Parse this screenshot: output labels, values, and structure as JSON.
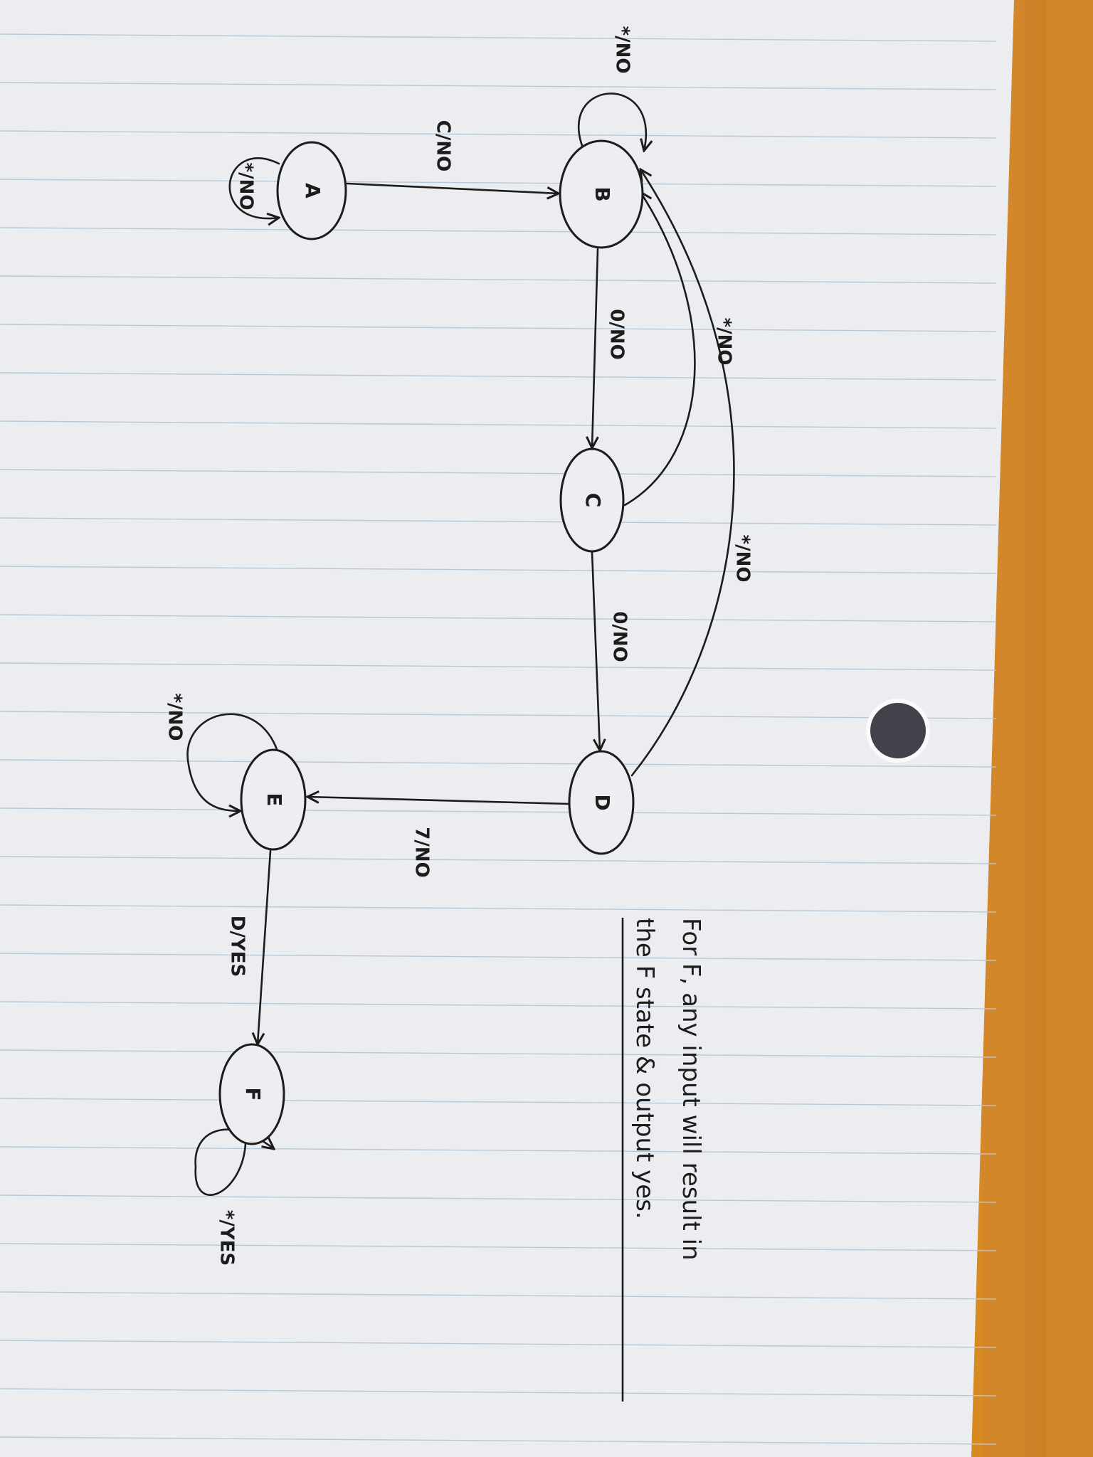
{
  "diagram": {
    "type": "state-machine",
    "states": [
      {
        "id": "A",
        "label": "A"
      },
      {
        "id": "B",
        "label": "B"
      },
      {
        "id": "C",
        "label": "C"
      },
      {
        "id": "D",
        "label": "D"
      },
      {
        "id": "E",
        "label": "E"
      },
      {
        "id": "F",
        "label": "F"
      }
    ],
    "transitions": [
      {
        "from": "A",
        "to": "A",
        "label": "*/NO"
      },
      {
        "from": "A",
        "to": "B",
        "label": "C/NO"
      },
      {
        "from": "B",
        "to": "B",
        "label": "*/NO"
      },
      {
        "from": "B",
        "to": "C",
        "label": "0/NO"
      },
      {
        "from": "C",
        "to": "B",
        "label": "*/NO"
      },
      {
        "from": "C",
        "to": "D",
        "label": "0/NO"
      },
      {
        "from": "D",
        "to": "B",
        "label": "*/NO"
      },
      {
        "from": "D",
        "to": "E",
        "label": "7/NO"
      },
      {
        "from": "E",
        "to": "E",
        "label": "*/NO"
      },
      {
        "from": "E",
        "to": "F",
        "label": "D/YES"
      },
      {
        "from": "F",
        "to": "F",
        "label": "*/YES"
      }
    ],
    "note": {
      "line1": "For F, any input will result in",
      "line2": "the F state & output yes."
    }
  }
}
